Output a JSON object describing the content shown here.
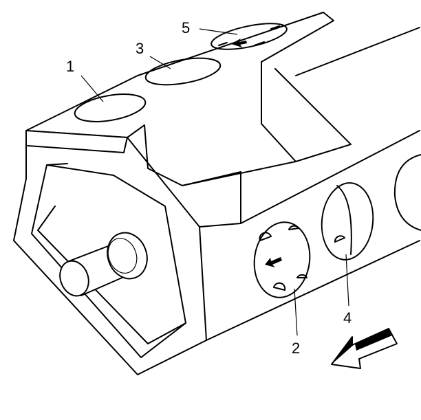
{
  "callouts": [
    {
      "id": "1",
      "text": "1"
    },
    {
      "id": "2",
      "text": "2"
    },
    {
      "id": "3",
      "text": "3"
    },
    {
      "id": "4",
      "text": "4"
    },
    {
      "id": "5",
      "text": "5"
    }
  ],
  "colors": {
    "line": "#000000",
    "background": "#ffffff"
  },
  "icons": {
    "front_direction": "arrow-icon",
    "oil_flow": "arrow-icon"
  }
}
